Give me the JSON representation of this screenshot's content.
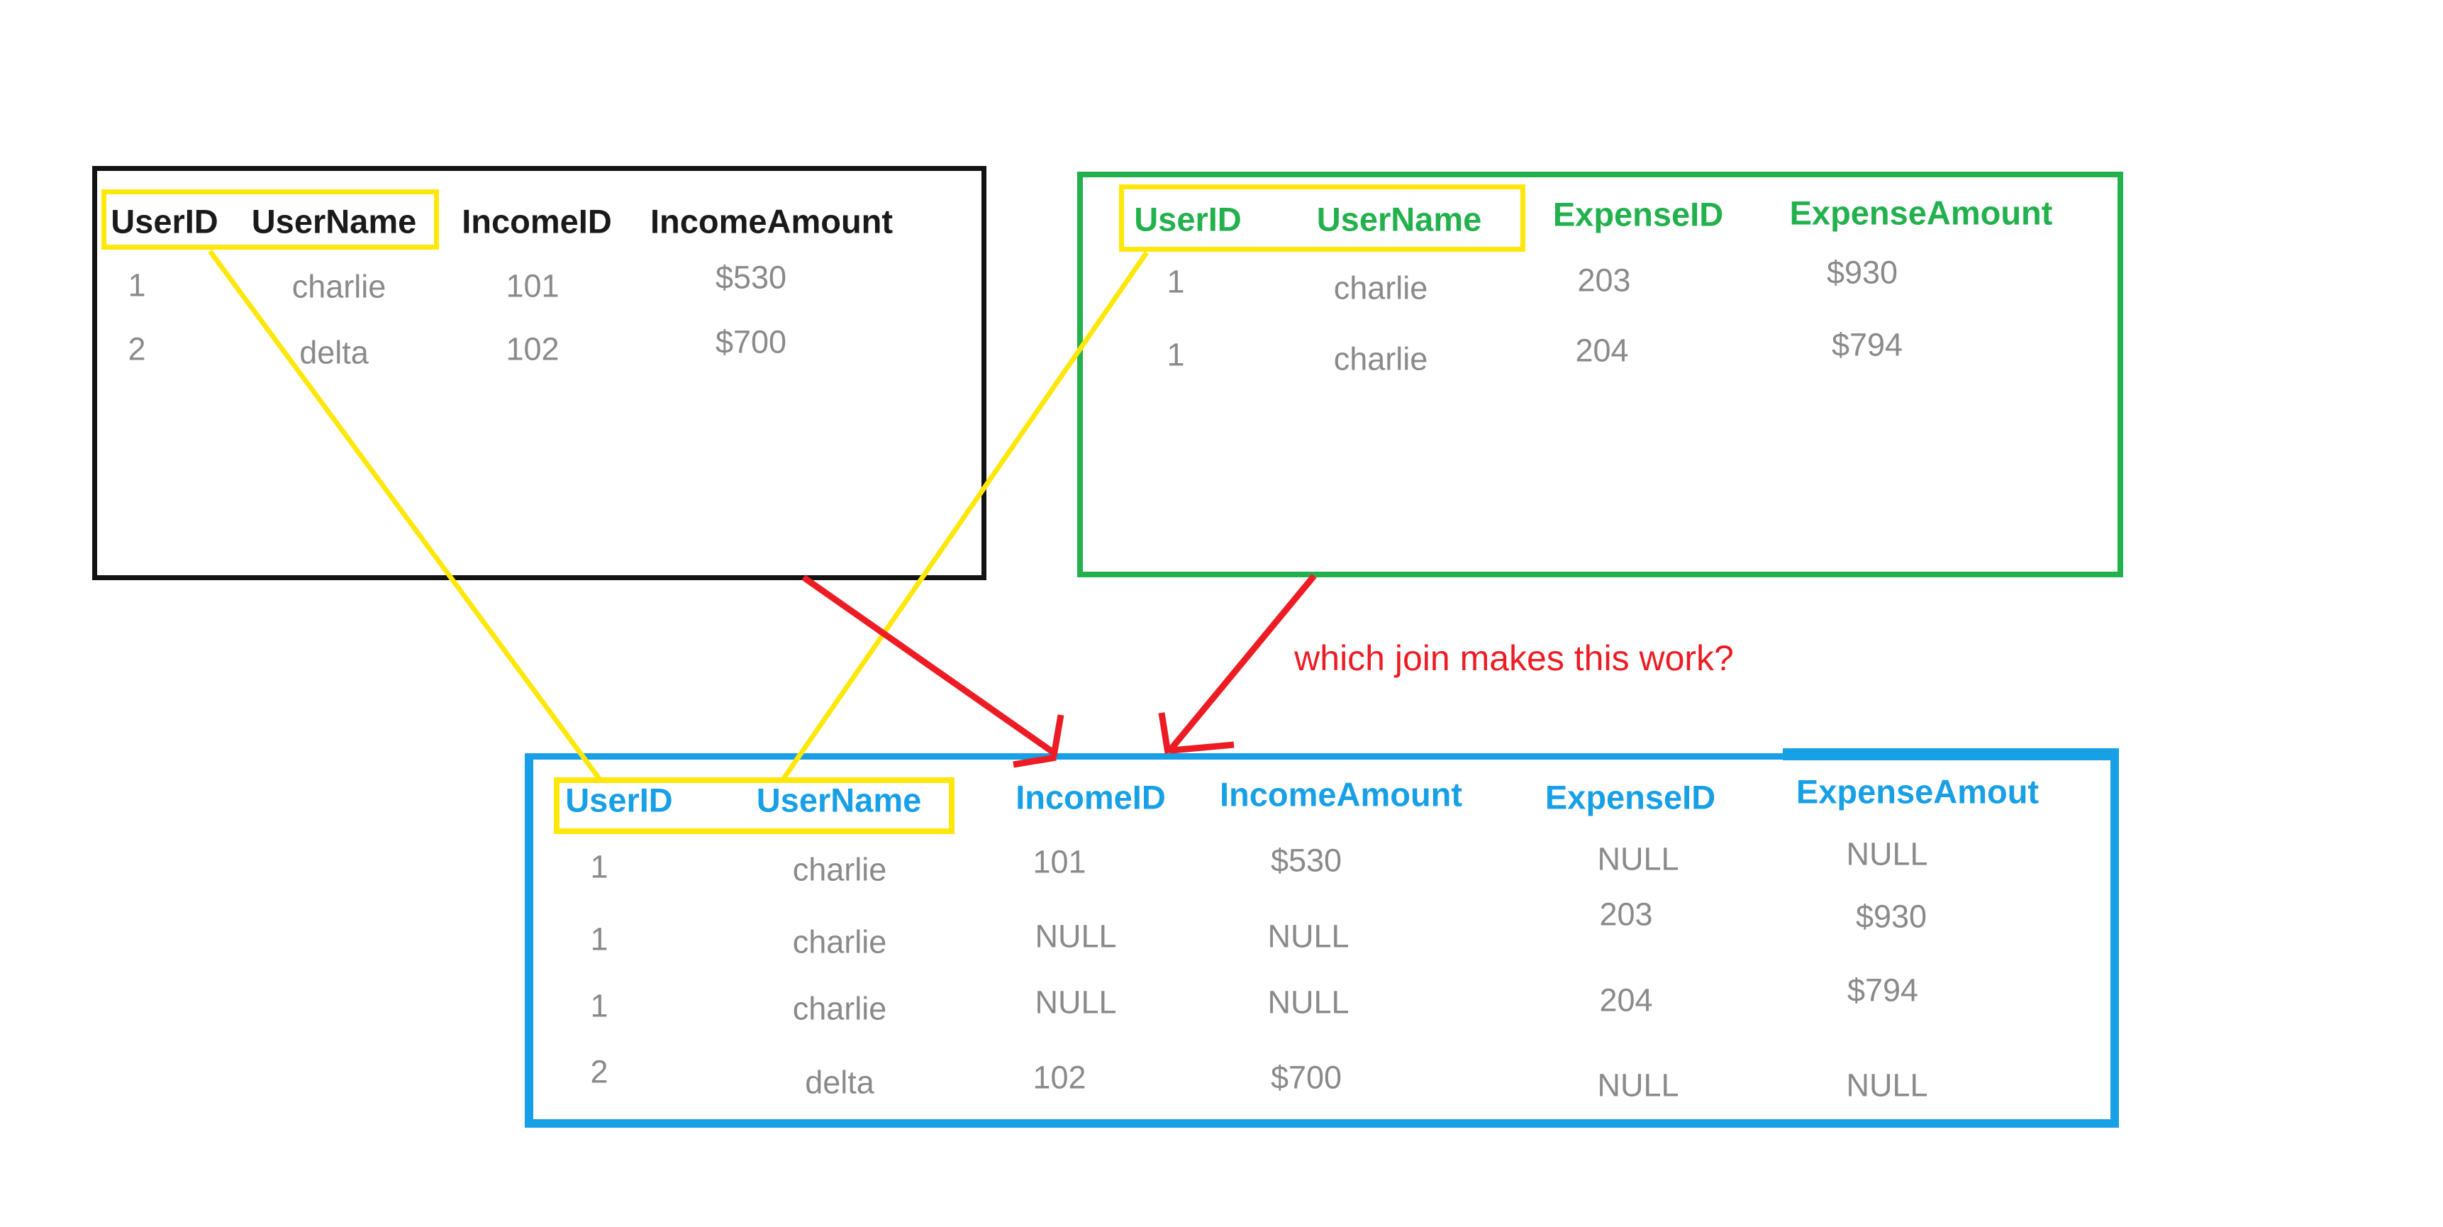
{
  "annotation": {
    "question": "which join makes this work?"
  },
  "tables": {
    "income": {
      "headers": [
        "UserID",
        "UserName",
        "IncomeID",
        "IncomeAmount"
      ],
      "rows": [
        [
          "1",
          "charlie",
          "101",
          "$530"
        ],
        [
          "2",
          "delta",
          "102",
          "$700"
        ]
      ]
    },
    "expense": {
      "headers": [
        "UserID",
        "UserName",
        "ExpenseID",
        "ExpenseAmount"
      ],
      "rows": [
        [
          "1",
          "charlie",
          "203",
          "$930"
        ],
        [
          "1",
          "charlie",
          "204",
          "$794"
        ]
      ]
    },
    "result": {
      "headers": [
        "UserID",
        "UserName",
        "IncomeID",
        "IncomeAmount",
        "ExpenseID",
        "ExpenseAmout"
      ],
      "rows": [
        [
          "1",
          "charlie",
          "101",
          "$530",
          "NULL",
          "NULL"
        ],
        [
          "1",
          "charlie",
          "NULL",
          "NULL",
          "203",
          "$930"
        ],
        [
          "1",
          "charlie",
          "NULL",
          "NULL",
          "204",
          "$794"
        ],
        [
          "2",
          "delta",
          "102",
          "$700",
          "NULL",
          "NULL"
        ]
      ]
    }
  },
  "colors": {
    "income_border": "#131313",
    "expense_accent": "#22b14c",
    "result_accent": "#18a0e6",
    "highlight_yellow": "#ffe70a",
    "annotation_red": "#ed1c24",
    "value_gray": "#8a8a8a"
  }
}
